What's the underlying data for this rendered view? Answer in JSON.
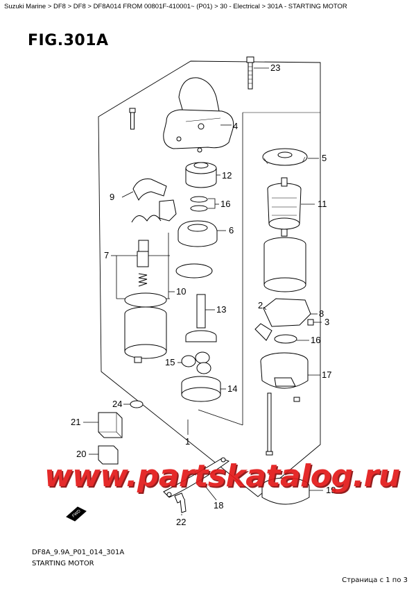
{
  "breadcrumb": "Suzuki Marine > DF8 > DF8 > DF8A014 FROM 00801F-410001~ (P01) > 30 - Electrical > 301A - STARTING MOTOR",
  "figure": {
    "title": "FIG.301A",
    "code": "DF8A_9.9A_P01_014_301A",
    "subtitle": "STARTING MOTOR"
  },
  "callouts": [
    {
      "id": "23",
      "label": "23"
    },
    {
      "id": "4",
      "label": "4"
    },
    {
      "id": "5",
      "label": "5"
    },
    {
      "id": "12",
      "label": "12"
    },
    {
      "id": "9",
      "label": "9"
    },
    {
      "id": "11",
      "label": "11"
    },
    {
      "id": "16a",
      "label": "16"
    },
    {
      "id": "6",
      "label": "6"
    },
    {
      "id": "7",
      "label": "7"
    },
    {
      "id": "10",
      "label": "10"
    },
    {
      "id": "2",
      "label": "2"
    },
    {
      "id": "8",
      "label": "8"
    },
    {
      "id": "13",
      "label": "13"
    },
    {
      "id": "3",
      "label": "3"
    },
    {
      "id": "16b",
      "label": "16"
    },
    {
      "id": "15",
      "label": "15"
    },
    {
      "id": "17",
      "label": "17"
    },
    {
      "id": "14",
      "label": "14"
    },
    {
      "id": "24",
      "label": "24"
    },
    {
      "id": "21",
      "label": "21"
    },
    {
      "id": "1",
      "label": "1"
    },
    {
      "id": "20",
      "label": "20"
    },
    {
      "id": "19",
      "label": "19"
    },
    {
      "id": "18",
      "label": "18"
    },
    {
      "id": "22",
      "label": "22"
    }
  ],
  "watermark": "www.partskatalog.ru",
  "fwd_badge": "FWD",
  "pager": "Страница с 1 по 3"
}
